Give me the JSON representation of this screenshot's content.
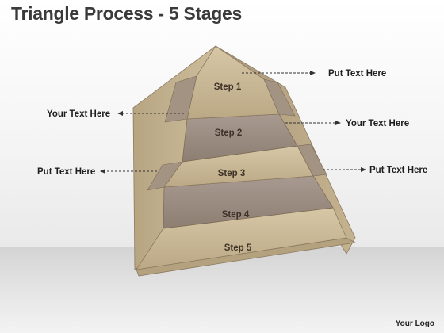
{
  "title": "Triangle Process - 5 Stages",
  "steps": [
    "Step 1",
    "Step 2",
    "Step 3",
    "Step 4",
    "Step 5"
  ],
  "callouts": {
    "right_top": "Put Text Here",
    "left_upper": "Your Text Here",
    "right_middle": "Your Text Here",
    "left_lower": "Put Text Here",
    "right_lower": "Put Text Here"
  },
  "logo": "Your Logo",
  "colors": {
    "light_face": "#c9b896",
    "dark_face": "#9a8a7e",
    "side_face": "#b3a27f",
    "edge": "#7d6c55"
  }
}
